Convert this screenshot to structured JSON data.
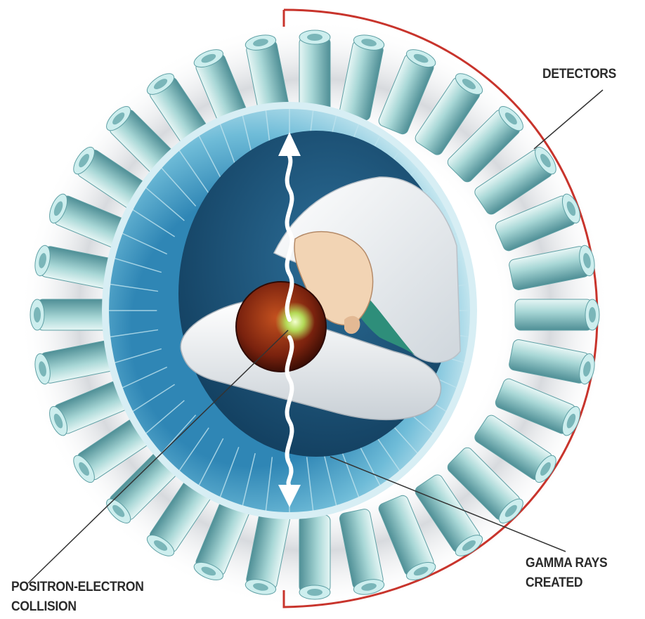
{
  "labels": {
    "detectors": "DETECTORS",
    "gamma_rays": [
      "GAMMA RAYS",
      "CREATED"
    ],
    "collision": [
      "POSITRON-ELECTRON",
      "COLLISION"
    ]
  },
  "detector_count": 32,
  "colors": {
    "detector": "#9fd2d2",
    "detector_dark": "#5e9fa4",
    "ring": "#5aa9c9",
    "bore": "#1d5c82",
    "bracket": "#c8342c",
    "head": "#8a2a12",
    "collision_flash": "#c8f07a"
  }
}
